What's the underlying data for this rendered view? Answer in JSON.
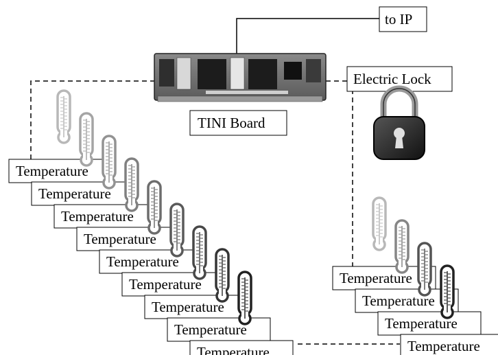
{
  "labels": {
    "to_ip": "to IP",
    "electric_lock": "Electric Lock",
    "tini_board": "TINI Board"
  },
  "left_group": {
    "sensor_label": "Temperature",
    "count": 9
  },
  "right_group": {
    "sensor_label": "Temperature",
    "count": 4
  },
  "icons": {
    "board": "tini-board-icon",
    "lock": "padlock-icon",
    "thermometer": "thermometer-icon"
  },
  "colors": {
    "lock_body": "#2a2a2a",
    "lock_shackle": "#9a9a9a",
    "board_pcb": "#6f6f6f",
    "thermo_light": "#b8b8b8",
    "thermo_dark": "#222222"
  }
}
